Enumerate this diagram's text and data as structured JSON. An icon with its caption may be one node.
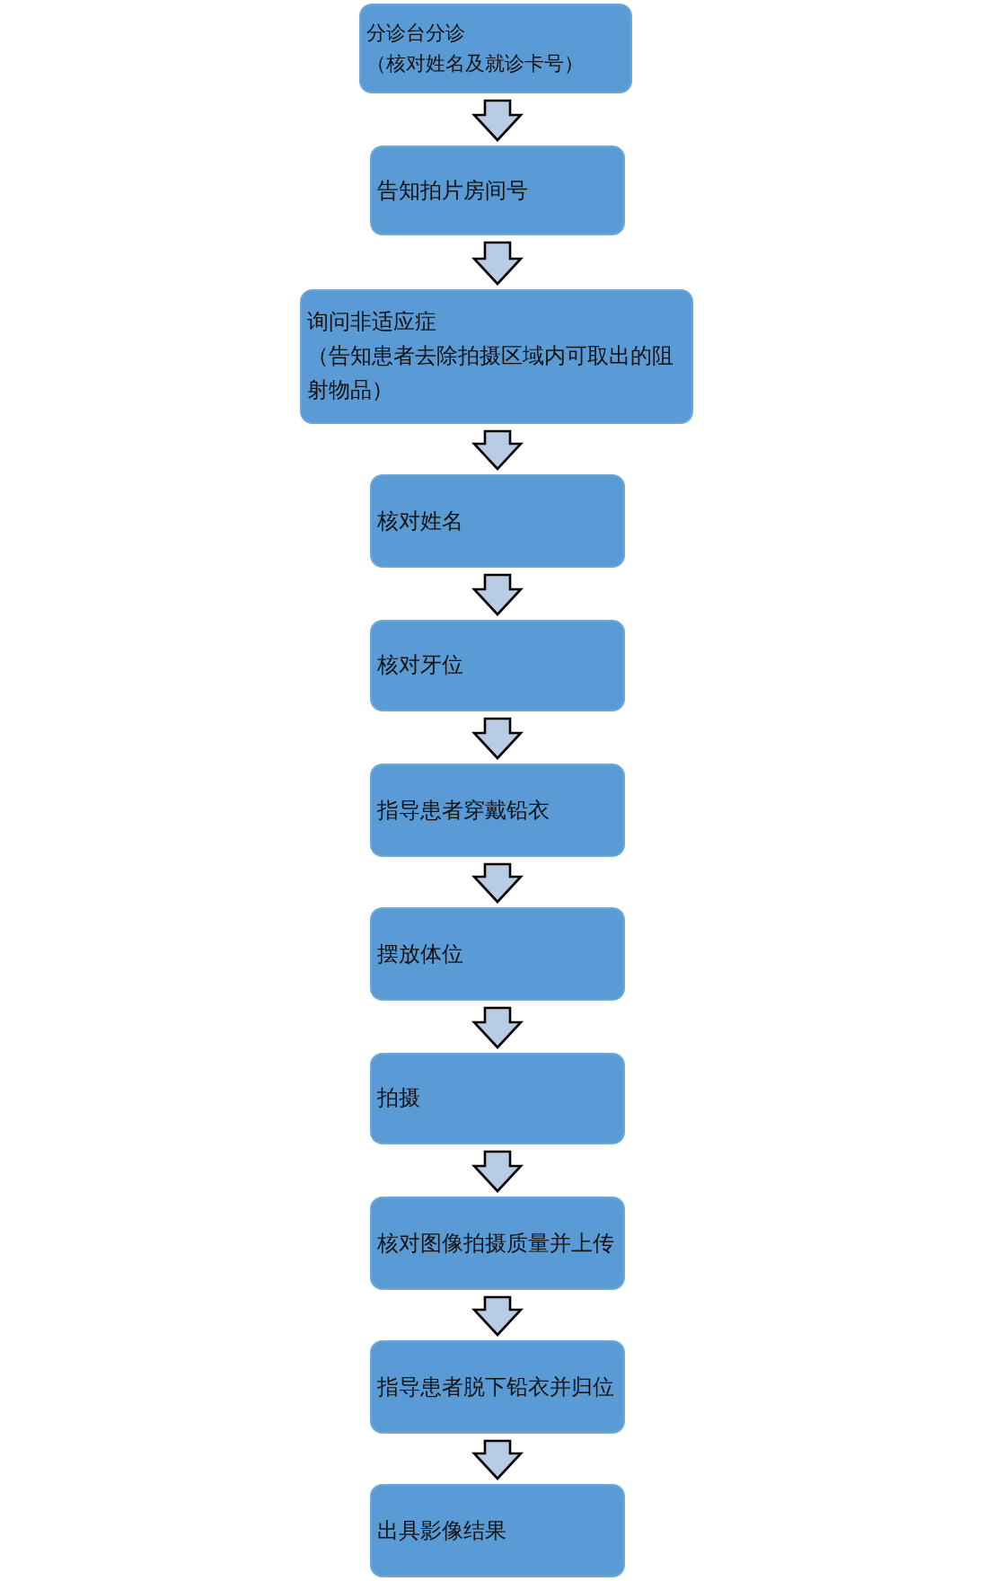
{
  "diagram": {
    "nodes": [
      {
        "text": [
          "分诊台分诊",
          "（核对姓名及就诊卡号）"
        ]
      },
      {
        "text": [
          "告知拍片房间号"
        ]
      },
      {
        "text": [
          "询问非适应症",
          "（告知患者去除拍摄区域内可取出的阻射物品）"
        ]
      },
      {
        "text": [
          "核对姓名"
        ]
      },
      {
        "text": [
          "核对牙位"
        ]
      },
      {
        "text": [
          "指导患者穿戴铅衣"
        ]
      },
      {
        "text": [
          "摆放体位"
        ]
      },
      {
        "text": [
          "拍摄"
        ]
      },
      {
        "text": [
          "核对图像拍摄质量并上传"
        ]
      },
      {
        "text": [
          "指导患者脱下铅衣并归位"
        ]
      },
      {
        "text": [
          "出具影像结果"
        ]
      }
    ],
    "edges": [
      {
        "from": 0,
        "to": 1,
        "arrow": "to"
      },
      {
        "from": 1,
        "to": 2,
        "arrow": "to"
      },
      {
        "from": 2,
        "to": 3,
        "arrow": "to"
      },
      {
        "from": 3,
        "to": 4,
        "arrow": "to"
      },
      {
        "from": 4,
        "to": 5,
        "arrow": "to"
      },
      {
        "from": 5,
        "to": 6,
        "arrow": "to"
      },
      {
        "from": 6,
        "to": 7,
        "arrow": "to"
      },
      {
        "from": 7,
        "to": 8,
        "arrow": "to"
      },
      {
        "from": 8,
        "to": 9,
        "arrow": "to"
      },
      {
        "from": 9,
        "to": 10,
        "arrow": "to"
      }
    ]
  }
}
